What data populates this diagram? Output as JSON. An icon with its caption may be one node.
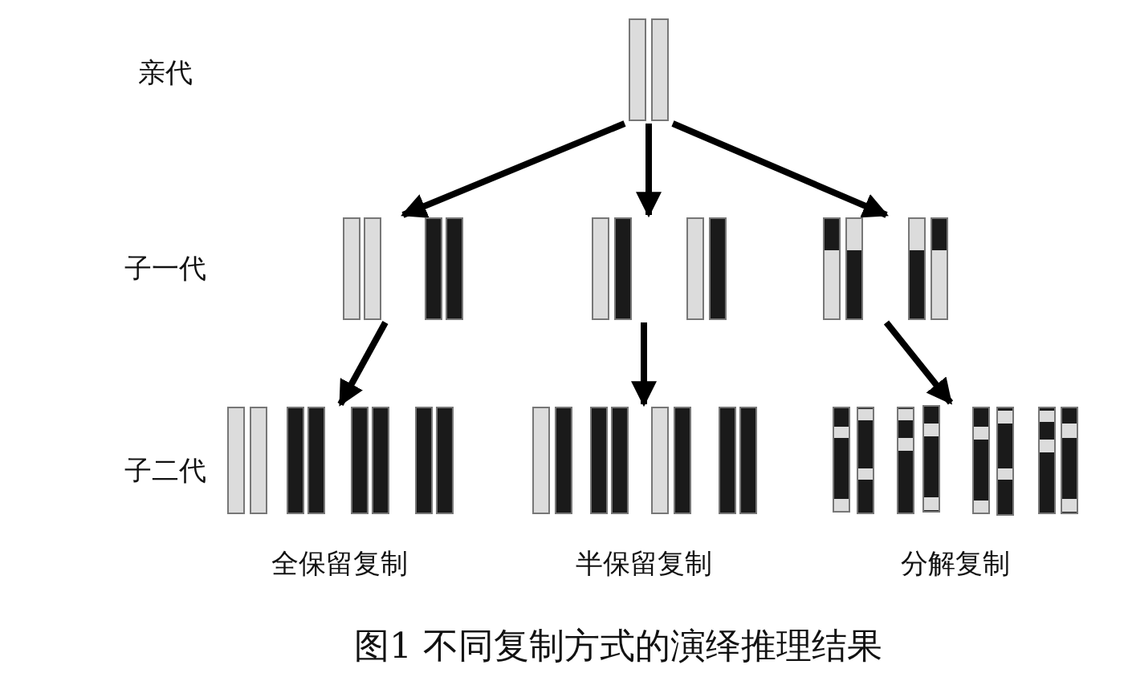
{
  "diagram": {
    "caption": "图1 不同复制方式的演绎推理结果",
    "nodes": [
      {
        "text": [],
        "shape": "bar"
      },
      {
        "text": [],
        "shape": "bar"
      },
      {
        "text": [],
        "shape": "bar"
      },
      {
        "text": [],
        "shape": "bar"
      },
      {
        "text": [],
        "shape": "bar",
        "beside": [
          "全保留复制"
        ]
      },
      {
        "text": [],
        "shape": "bar",
        "beside": [
          "半保留复制"
        ]
      },
      {
        "text": [],
        "shape": "bar",
        "beside": [
          "分解复制"
        ]
      }
    ],
    "edges": [
      {
        "from": 0,
        "to": 1,
        "arrow": "to"
      },
      {
        "from": 0,
        "to": 2,
        "arrow": "to"
      },
      {
        "from": 0,
        "to": 3,
        "arrow": "to"
      },
      {
        "from": 1,
        "to": 4,
        "arrow": "to"
      },
      {
        "from": 2,
        "to": 5,
        "arrow": "to"
      },
      {
        "from": 3,
        "to": 6,
        "arrow": "to"
      }
    ],
    "labels": [
      "亲代",
      "子一代",
      "子二代"
    ]
  }
}
